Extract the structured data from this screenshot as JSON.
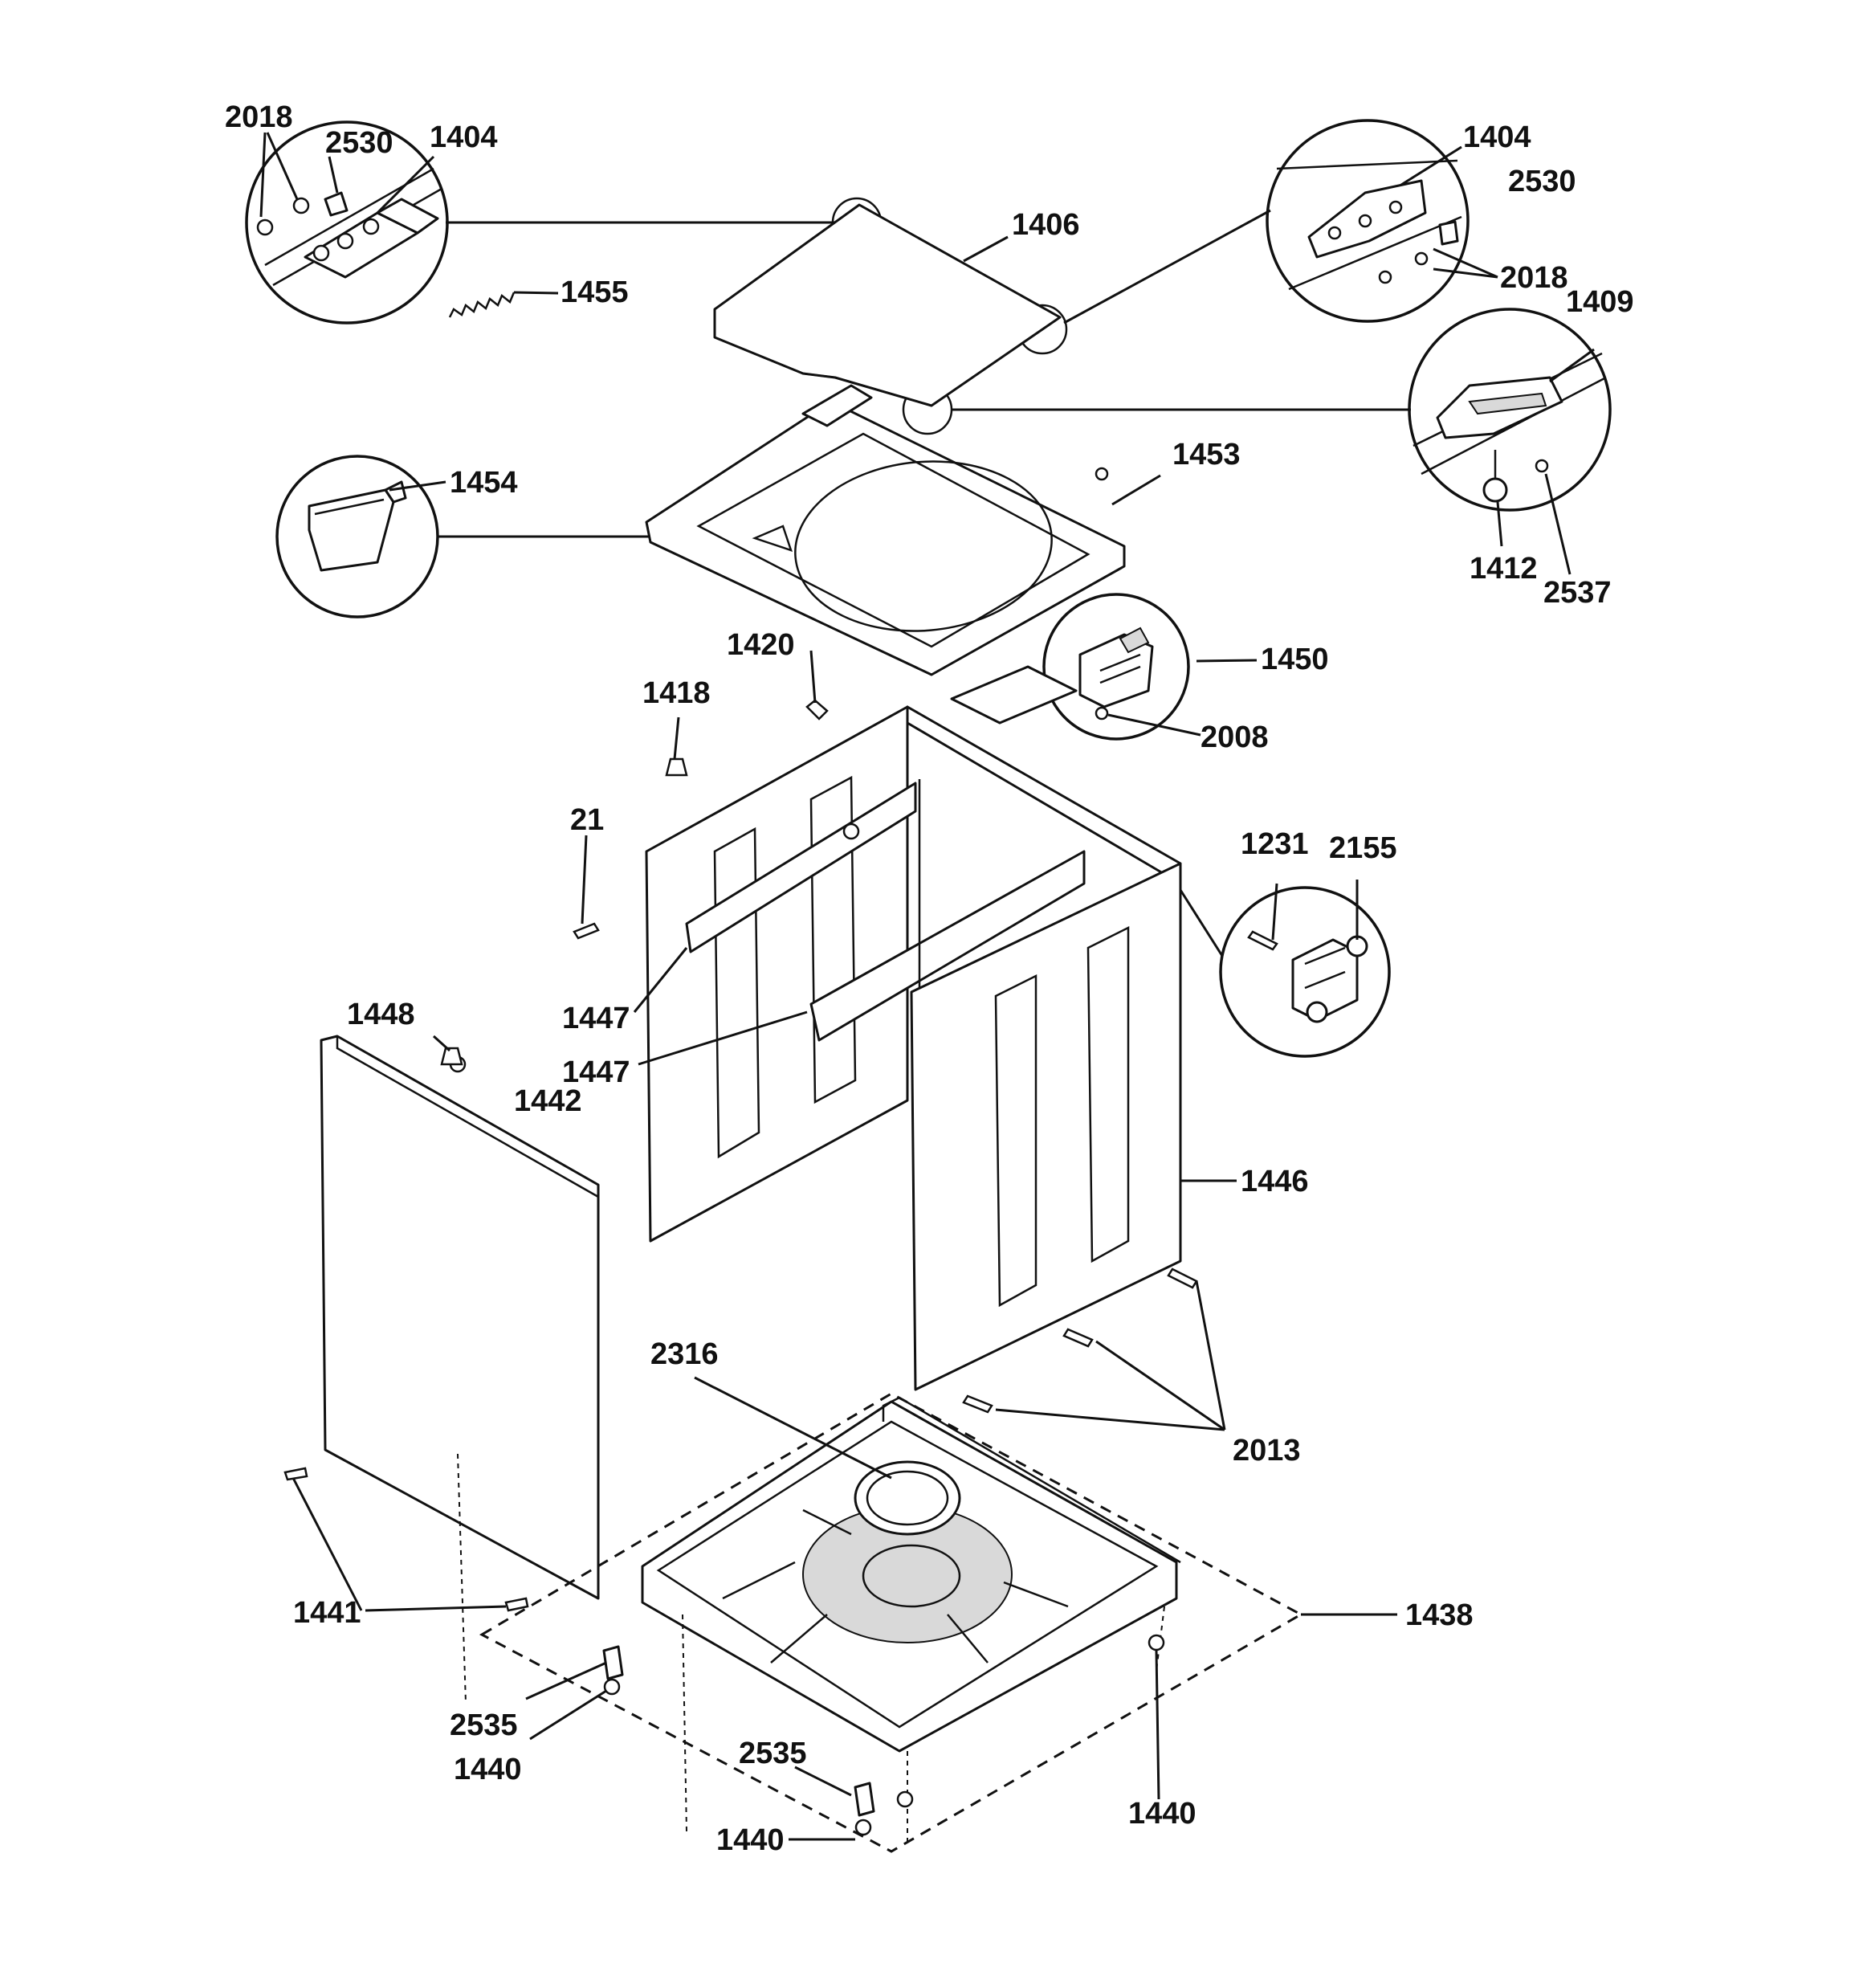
{
  "diagram": {
    "labels": [
      {
        "id": "l2018a",
        "text": "2018"
      },
      {
        "id": "l2530a",
        "text": "2530"
      },
      {
        "id": "l1404a",
        "text": "1404"
      },
      {
        "id": "l1455",
        "text": "1455"
      },
      {
        "id": "l1406",
        "text": "1406"
      },
      {
        "id": "l1404b",
        "text": "1404"
      },
      {
        "id": "l2530b",
        "text": "2530"
      },
      {
        "id": "l2018b",
        "text": "2018"
      },
      {
        "id": "l1409",
        "text": "1409"
      },
      {
        "id": "l1412",
        "text": "1412"
      },
      {
        "id": "l2537",
        "text": "2537"
      },
      {
        "id": "l1454",
        "text": "1454"
      },
      {
        "id": "l1453",
        "text": "1453"
      },
      {
        "id": "l1420",
        "text": "1420"
      },
      {
        "id": "l1418",
        "text": "1418"
      },
      {
        "id": "l1450",
        "text": "1450"
      },
      {
        "id": "l2008",
        "text": "2008"
      },
      {
        "id": "l21",
        "text": "21"
      },
      {
        "id": "l1231",
        "text": "1231"
      },
      {
        "id": "l2155",
        "text": "2155"
      },
      {
        "id": "l1447a",
        "text": "1447"
      },
      {
        "id": "l1447b",
        "text": "1447"
      },
      {
        "id": "l1448",
        "text": "1448"
      },
      {
        "id": "l1442",
        "text": "1442"
      },
      {
        "id": "l1446",
        "text": "1446"
      },
      {
        "id": "l2316",
        "text": "2316"
      },
      {
        "id": "l2013",
        "text": "2013"
      },
      {
        "id": "l1441",
        "text": "1441"
      },
      {
        "id": "l1438",
        "text": "1438"
      },
      {
        "id": "l2535a",
        "text": "2535"
      },
      {
        "id": "l1440a",
        "text": "1440"
      },
      {
        "id": "l2535b",
        "text": "2535"
      },
      {
        "id": "l1440b",
        "text": "1440"
      },
      {
        "id": "l1440c",
        "text": "1440"
      }
    ]
  }
}
